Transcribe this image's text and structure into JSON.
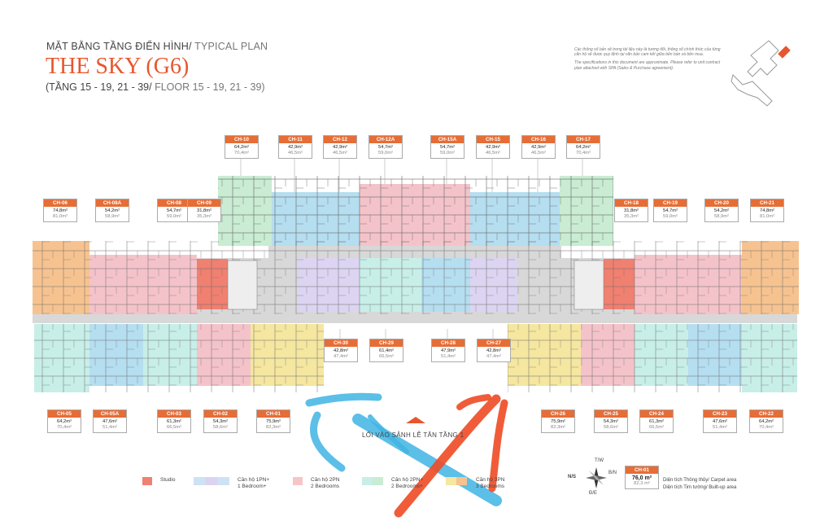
{
  "header": {
    "line1_main": "MẶT BẰNG TẦNG ĐIỂN HÌNH/",
    "line1_thin": " TYPICAL PLAN",
    "title": "THE SKY (G6)",
    "line2_main": "(TẦNG 15 - 19, 21 - 39/",
    "line2_thin": " FLOOR 15 - 19, 21 - 39)"
  },
  "note": {
    "vi": "Các thông số bản vẽ trong tài liệu này là tương đối, thông số chính thức của từng căn hộ sẽ được quy định tại văn bản cam kết giữa bên bán và bên mua.",
    "en": "The specifications in this document are approximate. Please refer to unit contract plan attached with SPA (Sales & Purchase agreement)."
  },
  "units": [
    {
      "code": "CH-10",
      "a1": "64,2m²",
      "a2": "70,4m²"
    },
    {
      "code": "CH-11",
      "a1": "42,9m²",
      "a2": "46,5m²"
    },
    {
      "code": "CH-12",
      "a1": "42,9m²",
      "a2": "46,5m²"
    },
    {
      "code": "CH-12A",
      "a1": "54,7m²",
      "a2": "59,0m²"
    },
    {
      "code": "CH-15A",
      "a1": "54,7m²",
      "a2": "59,0m²"
    },
    {
      "code": "CH-15",
      "a1": "42,9m²",
      "a2": "46,5m²"
    },
    {
      "code": "CH-16",
      "a1": "42,9m²",
      "a2": "46,5m²"
    },
    {
      "code": "CH-17",
      "a1": "64,2m²",
      "a2": "70,4m²"
    },
    {
      "code": "CH-06",
      "a1": "74,8m²",
      "a2": "81,0m²"
    },
    {
      "code": "CH-08A",
      "a1": "54,2m²",
      "a2": "58,9m²"
    },
    {
      "code": "CH-08",
      "a1": "54,7m²",
      "a2": "59,0m²"
    },
    {
      "code": "CH-09",
      "a1": "31,8m²",
      "a2": "35,3m²"
    },
    {
      "code": "CH-18",
      "a1": "31,8m²",
      "a2": "35,3m²"
    },
    {
      "code": "CH-19",
      "a1": "54,7m²",
      "a2": "59,0m²"
    },
    {
      "code": "CH-20",
      "a1": "54,2m²",
      "a2": "58,9m²"
    },
    {
      "code": "CH-21",
      "a1": "74,8m²",
      "a2": "81,0m²"
    },
    {
      "code": "CH-30",
      "a1": "42,8m²",
      "a2": "47,4m²"
    },
    {
      "code": "CH-29",
      "a1": "61,4m²",
      "a2": "66,5m²"
    },
    {
      "code": "CH-28",
      "a1": "47,9m²",
      "a2": "51,4m²"
    },
    {
      "code": "CH-27",
      "a1": "42,8m²",
      "a2": "47,4m²"
    },
    {
      "code": "CH-05",
      "a1": "64,2m²",
      "a2": "70,4m²"
    },
    {
      "code": "CH-05A",
      "a1": "47,6m²",
      "a2": "51,4m²"
    },
    {
      "code": "CH-03",
      "a1": "61,3m²",
      "a2": "66,5m²"
    },
    {
      "code": "CH-02",
      "a1": "54,3m²",
      "a2": "58,6m²"
    },
    {
      "code": "CH-01",
      "a1": "75,9m²",
      "a2": "82,3m²"
    },
    {
      "code": "CH-26",
      "a1": "75,9m²",
      "a2": "82,3m²"
    },
    {
      "code": "CH-25",
      "a1": "54,3m²",
      "a2": "58,6m²"
    },
    {
      "code": "CH-24",
      "a1": "61,3m²",
      "a2": "66,5m²"
    },
    {
      "code": "CH-23",
      "a1": "47,6m²",
      "a2": "51,4m²"
    },
    {
      "code": "CH-22",
      "a1": "64,2m²",
      "a2": "70,4m²"
    }
  ],
  "lobby": "LỐI VÀO SẢNH LỄ TÂN TẦNG 1",
  "legend": [
    {
      "vi": "Studio",
      "en": "",
      "color": "#f08070"
    },
    {
      "vi": "Căn hộ 1PN+",
      "en": "1 Bedroom+",
      "color": "#cde3f5"
    },
    {
      "vi": "Căn hộ 2PN",
      "en": "2 Bedrooms",
      "color": "#f7c5c8"
    },
    {
      "vi": "Căn hộ 2PN+",
      "en": "2 Bedrooms+",
      "color": "#c8eee8"
    },
    {
      "vi": "Căn hộ 3PN",
      "en": "3 Bedrooms",
      "color": "#f5e6a0"
    }
  ],
  "compass": {
    "n": "T/W",
    "w": "N/S",
    "e": "B/N",
    "s": "Đ/E"
  },
  "example": {
    "code": "CH-01",
    "a1": "76,0 m²",
    "a2": "82,3 m²",
    "carpet": "Diện tích Thông thủy/ Carpet area",
    "built": "Diện tích Tim tường/ Built-up area"
  }
}
